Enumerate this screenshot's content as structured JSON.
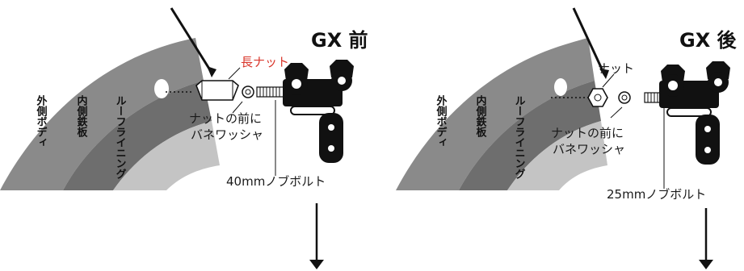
{
  "left": {
    "title": "GX 前",
    "body_labels": [
      "外側ボディ",
      "内側鉄板",
      "ルーフライニング"
    ],
    "part_callout": "長ナット",
    "washer_note": [
      "ナットの前に",
      "バネワッシャ"
    ],
    "bolt_label": "40mmノブボルト"
  },
  "right": {
    "title": "GX 後",
    "body_labels": [
      "外側ボディ",
      "内側鉄板",
      "ルーフライニング"
    ],
    "part_callout": "ナット",
    "washer_note": [
      "ナットの前に",
      "バネワッシャ"
    ],
    "bolt_label": "25mmノブボルト"
  },
  "colors": {
    "outer_body": "#8a8a8a",
    "inner_steel": "#6e6e6e",
    "roof_lining": "#c4c4c4",
    "callout_red": "#d9362b",
    "ink": "#1a1a1a"
  },
  "icons": [
    "arrow-down-icon",
    "long-nut-icon",
    "hex-nut-icon",
    "spring-washer-icon",
    "knob-bolt-icon",
    "bracket-icon"
  ]
}
